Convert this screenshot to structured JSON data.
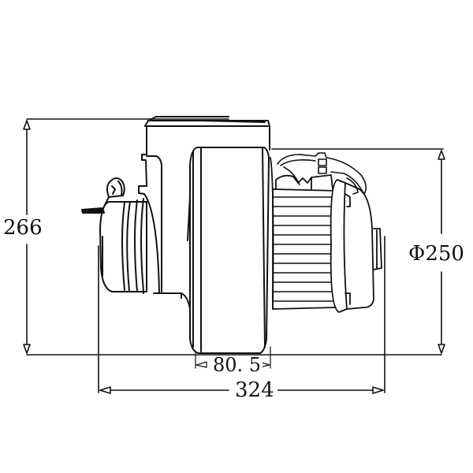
{
  "drawing": {
    "title": "Blower assembly side view dimension drawing",
    "line_color": "#111111",
    "background": "#ffffff",
    "units": "mm"
  },
  "dimensions": {
    "overall_height": {
      "label": "266",
      "value": 266
    },
    "motor_diameter": {
      "label": "Φ250",
      "symbol": "Φ",
      "value": 250
    },
    "impeller_width": {
      "label": "80. 5",
      "value": 80.5
    },
    "overall_length": {
      "label": "324",
      "value": 324
    }
  },
  "components": [
    {
      "name": "inlet-collar",
      "description": "Left air inlet with clamp and latch"
    },
    {
      "name": "housing",
      "description": "Blower housing with top flange"
    },
    {
      "name": "impeller-drum",
      "description": "Central impeller housing"
    },
    {
      "name": "motor",
      "description": "Finned motor body"
    },
    {
      "name": "motor-end-cap",
      "description": "Rear end cap with wiring connector"
    }
  ]
}
